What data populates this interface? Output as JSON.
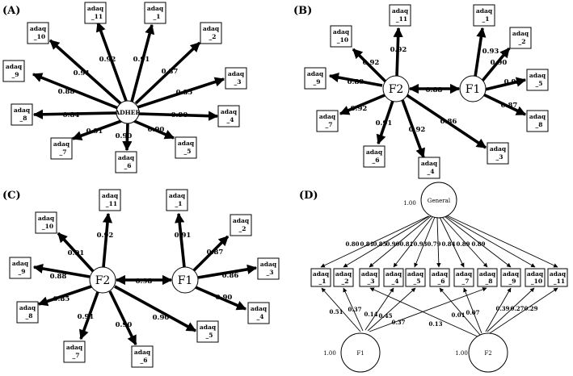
{
  "panels": {
    "A": {
      "label": "(A)",
      "center": {
        "name": "ADHER"
      },
      "items": [
        {
          "box": {
            "top": "adaq",
            "bottom": "_1"
          },
          "loading": "0.91"
        },
        {
          "box": {
            "top": "adaq",
            "bottom": "_2"
          },
          "loading": "0.87"
        },
        {
          "box": {
            "top": "adaq",
            "bottom": "_3"
          },
          "loading": "0.85"
        },
        {
          "box": {
            "top": "adaq",
            "bottom": "_4"
          },
          "loading": "0.90"
        },
        {
          "box": {
            "top": "adaq",
            "bottom": "_5"
          },
          "loading": "0.90"
        },
        {
          "box": {
            "top": "adaq",
            "bottom": "_6"
          },
          "loading": "0.90"
        },
        {
          "box": {
            "top": "adaq",
            "bottom": "_7"
          },
          "loading": "0.91"
        },
        {
          "box": {
            "top": "adaq",
            "bottom": "_8"
          },
          "loading": "0.84"
        },
        {
          "box": {
            "top": "adaq",
            "bottom": "_9"
          },
          "loading": "0.88"
        },
        {
          "box": {
            "top": "adaq",
            "bottom": "_10"
          },
          "loading": "0.91"
        },
        {
          "box": {
            "top": "adaq",
            "bottom": "_11"
          },
          "loading": "0.92"
        }
      ]
    },
    "B": {
      "label": "(B)",
      "factors": [
        {
          "name": "F2"
        },
        {
          "name": "F1"
        }
      ],
      "correlation": "0.88",
      "f2_items": [
        {
          "box": {
            "top": "adaq",
            "bottom": "_11"
          },
          "loading": "0.92"
        },
        {
          "box": {
            "top": "adaq",
            "bottom": "_10"
          },
          "loading": "0.92"
        },
        {
          "box": {
            "top": "adaq",
            "bottom": "_9"
          },
          "loading": "0.89"
        },
        {
          "box": {
            "top": "adaq",
            "bottom": "_7"
          },
          "loading": "0.92"
        },
        {
          "box": {
            "top": "adaq",
            "bottom": "_6"
          },
          "loading": "0.91"
        },
        {
          "box": {
            "top": "adaq",
            "bottom": "_4"
          },
          "loading": "0.92"
        }
      ],
      "f1_items": [
        {
          "box": {
            "top": "adaq",
            "bottom": "_1"
          },
          "loading": "0.93"
        },
        {
          "box": {
            "top": "adaq",
            "bottom": "_2"
          },
          "loading": "0.90"
        },
        {
          "box": {
            "top": "adaq",
            "bottom": "_5"
          },
          "loading": "0.92"
        },
        {
          "box": {
            "top": "adaq",
            "bottom": "_8"
          },
          "loading": "0.87"
        },
        {
          "box": {
            "top": "adaq",
            "bottom": "_3"
          },
          "loading": "0.86"
        }
      ]
    },
    "C": {
      "label": "(C)",
      "factors": [
        {
          "name": "F2"
        },
        {
          "name": "F1"
        }
      ],
      "correlation": "0.98",
      "f2_items": [
        {
          "box": {
            "top": "adaq",
            "bottom": "_11"
          },
          "loading": "0.92"
        },
        {
          "box": {
            "top": "adaq",
            "bottom": "_10"
          },
          "loading": "0.91"
        },
        {
          "box": {
            "top": "adaq",
            "bottom": "_9"
          },
          "loading": "0.88"
        },
        {
          "box": {
            "top": "adaq",
            "bottom": "_8"
          },
          "loading": "0.85"
        },
        {
          "box": {
            "top": "adaq",
            "bottom": "_7"
          },
          "loading": "0.91"
        },
        {
          "box": {
            "top": "adaq",
            "bottom": "_6"
          },
          "loading": "0.90"
        }
      ],
      "f1_items": [
        {
          "box": {
            "top": "adaq",
            "bottom": "_1"
          },
          "loading": "0.91"
        },
        {
          "box": {
            "top": "adaq",
            "bottom": "_2"
          },
          "loading": "0.87"
        },
        {
          "box": {
            "top": "adaq",
            "bottom": "_3"
          },
          "loading": "0.86"
        },
        {
          "box": {
            "top": "adaq",
            "bottom": "_4"
          },
          "loading": "0.90"
        },
        {
          "box": {
            "top": "adaq",
            "bottom": "_5"
          },
          "loading": "0.90"
        }
      ]
    },
    "D": {
      "label": "(D)",
      "general": {
        "name": "General",
        "variance": "1.00"
      },
      "f1": {
        "name": "F1",
        "variance": "1.00"
      },
      "f2": {
        "name": "F2",
        "variance": "1.00"
      },
      "items": [
        {
          "box": {
            "top": "adaq",
            "bottom": "_1"
          },
          "general_loading": "0.80"
        },
        {
          "box": {
            "top": "adaq",
            "bottom": "_2"
          },
          "general_loading": "0.81"
        },
        {
          "box": {
            "top": "adaq",
            "bottom": "_3"
          },
          "general_loading": "0.85"
        },
        {
          "box": {
            "top": "adaq",
            "bottom": "_4"
          },
          "general_loading": "0.90"
        },
        {
          "box": {
            "top": "adaq",
            "bottom": "_5"
          },
          "general_loading": "0.81"
        },
        {
          "box": {
            "top": "adaq",
            "bottom": "_6"
          },
          "general_loading": "0.93"
        },
        {
          "box": {
            "top": "adaq",
            "bottom": "_7"
          },
          "general_loading": "0.79"
        },
        {
          "box": {
            "top": "adaq",
            "bottom": "_8"
          },
          "general_loading": "0.84"
        },
        {
          "box": {
            "top": "adaq",
            "bottom": "_9"
          },
          "general_loading": "0.89"
        },
        {
          "box": {
            "top": "adaq",
            "bottom": "_10"
          },
          "general_loading": "0.89"
        },
        {
          "box": {
            "top": "adaq",
            "bottom": "_11"
          },
          "general_loading": ""
        }
      ],
      "f1_loadings": [
        "0.51",
        "0.37",
        "0.14",
        "0.45",
        "0.37"
      ],
      "f2_loadings": [
        "0.13",
        "0.01",
        "0.07",
        "0.39",
        "0.27",
        "0.29"
      ]
    }
  }
}
